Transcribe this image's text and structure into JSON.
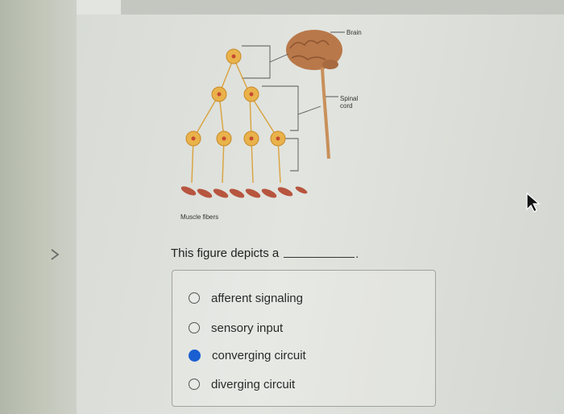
{
  "figure": {
    "label_brain": "Brain",
    "label_spinal_1": "Spinal",
    "label_spinal_2": "cord",
    "label_muscle": "Muscle fibers"
  },
  "question": {
    "text": "This figure depicts a",
    "period": "."
  },
  "options": [
    {
      "label": "afferent signaling",
      "selected": false
    },
    {
      "label": "sensory input",
      "selected": false
    },
    {
      "label": "converging circuit",
      "selected": true
    },
    {
      "label": "diverging circuit",
      "selected": false
    }
  ],
  "icons": {
    "nav": "chevron-right-icon",
    "pointer": "mouse-cursor-icon"
  },
  "colors": {
    "selected_radio": "#1a5fd1",
    "brain": "#b9784a",
    "neuron": "#e9b24a",
    "muscle": "#b7553f"
  }
}
